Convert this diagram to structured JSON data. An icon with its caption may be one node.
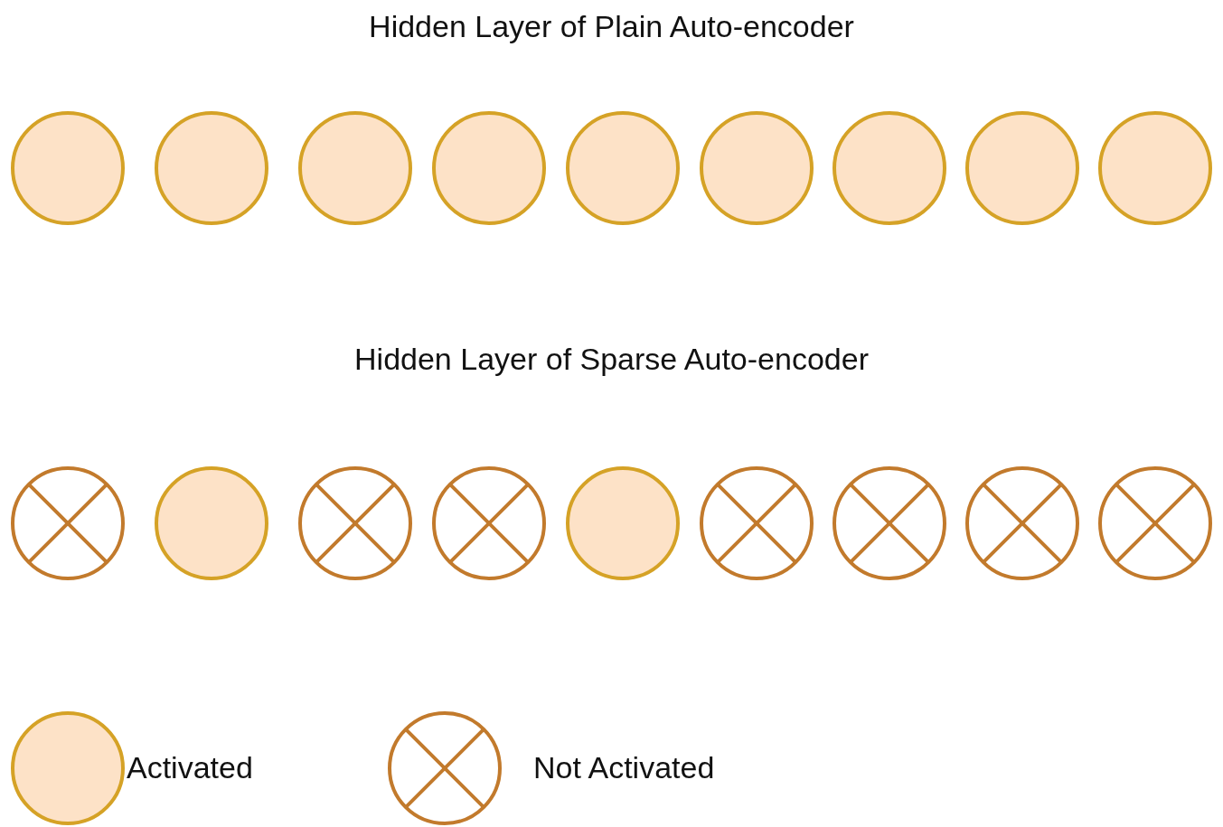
{
  "diagram": {
    "nodes": [
      {
        "text": [],
        "shape": "circle"
      },
      {
        "text": [],
        "shape": "circle"
      },
      {
        "text": [],
        "shape": "circle"
      },
      {
        "text": [],
        "shape": "circle"
      },
      {
        "text": [],
        "shape": "circle"
      },
      {
        "text": [],
        "shape": "circle"
      },
      {
        "text": [],
        "shape": "circle"
      },
      {
        "text": [],
        "shape": "circle"
      },
      {
        "text": [],
        "shape": "circle"
      },
      {
        "text": [],
        "shape": "crossed-circle"
      },
      {
        "text": [],
        "shape": "circle"
      },
      {
        "text": [],
        "shape": "crossed-circle"
      },
      {
        "text": [],
        "shape": "crossed-circle"
      },
      {
        "text": [],
        "shape": "circle"
      },
      {
        "text": [],
        "shape": "crossed-circle"
      },
      {
        "text": [],
        "shape": "crossed-circle"
      },
      {
        "text": [],
        "shape": "crossed-circle"
      },
      {
        "text": [],
        "shape": "crossed-circle"
      }
    ],
    "labels": [
      "Hidden Layer of Plain Auto-encoder",
      "Hidden Layer of Sparse Auto-encoder"
    ],
    "legend": [
      {
        "text": "Activated",
        "color": "#fde2c7"
      },
      {
        "text": "Not Activated"
      }
    ]
  }
}
